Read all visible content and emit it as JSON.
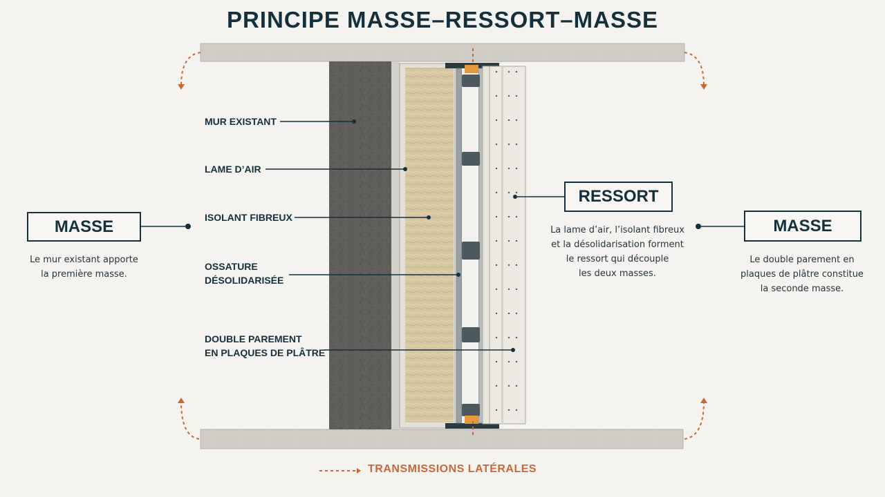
{
  "title": "PRINCIPE MASSE–RESSORT–MASSE",
  "labels": {
    "mur_existant": "MUR EXISTANT",
    "lame_air": "LAME D’AIR",
    "isolant": "ISOLANT FIBREUX",
    "ossature_1": "OSSATURE",
    "ossature_2": "DÉSOLIDARISÉE",
    "parement_1": "DOUBLE PAREMENT",
    "parement_2": "EN PLAQUES DE PLÂTRE"
  },
  "boxes": {
    "masse_left": {
      "title": "MASSE",
      "desc": [
        "Le mur existant apporte",
        "la première masse."
      ]
    },
    "ressort": {
      "title": "RESSORT",
      "desc": [
        "La lame d’air, l’isolant fibreux",
        "et la désolidarisation forment",
        "le ressort qui découple",
        "les deux masses."
      ]
    },
    "masse_right": {
      "title": "MASSE",
      "desc": [
        "Le double parement en",
        "plaques de plâtre constitue",
        "la seconde masse."
      ]
    }
  },
  "legend": "TRANSMISSIONS LATÉRALES",
  "colors": {
    "navy": "#14303c",
    "accent_orange": "#c8683a",
    "concrete": "#5f5e5a",
    "insulation": "#d8c7a3",
    "plaster": "#ece9e2",
    "background": "#f5f3ef"
  }
}
